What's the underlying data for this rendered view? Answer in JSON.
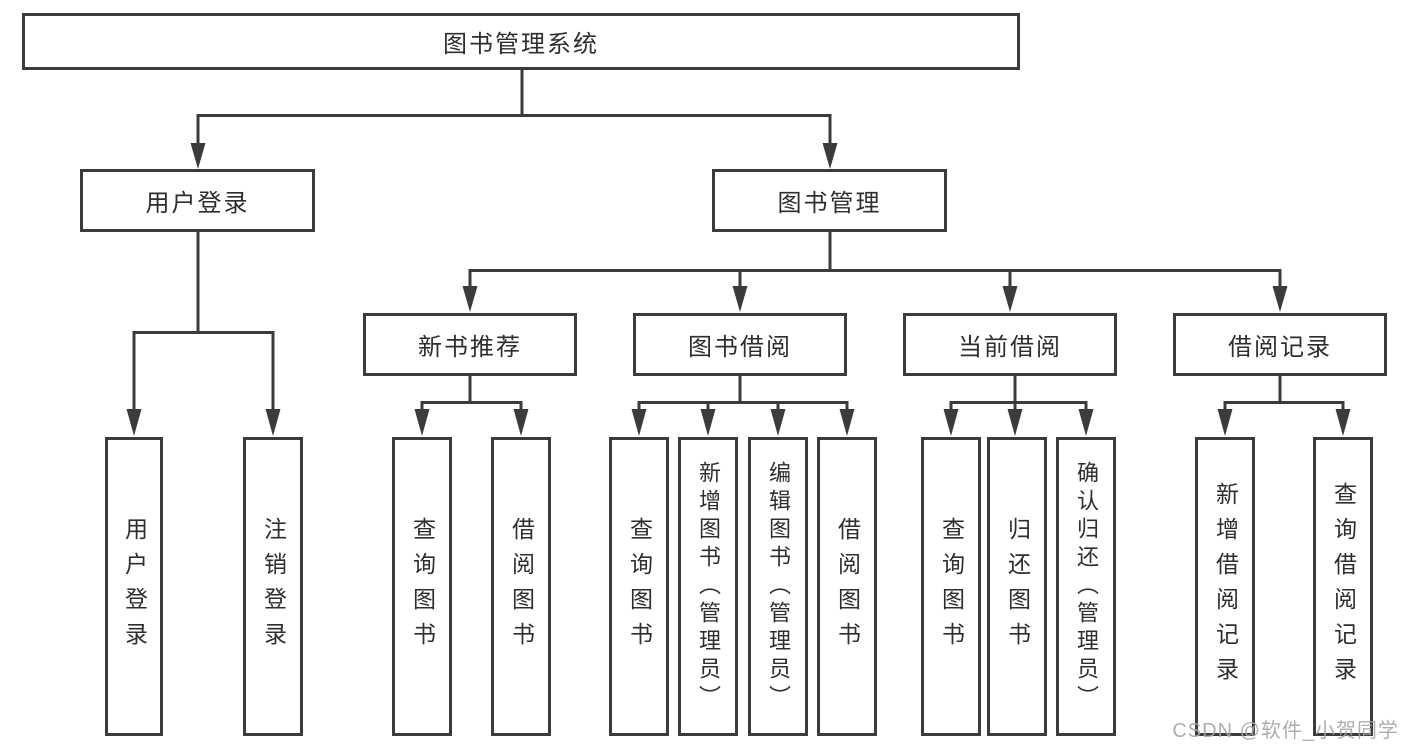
{
  "colors": {
    "background": "#ffffff",
    "line": "#3b3b3b",
    "box_border": "#3b3b3b",
    "text": "#2e2e2e",
    "watermark": "#a5a5a5"
  },
  "diagram": {
    "root": {
      "label": "图书管理系统"
    },
    "branches": [
      {
        "label": "用户登录",
        "children": [
          {
            "label": "用户登录"
          },
          {
            "label": "注销登录"
          }
        ]
      },
      {
        "label": "图书管理",
        "children": [
          {
            "label": "新书推荐",
            "children": [
              {
                "label": "查询图书"
              },
              {
                "label": "借阅图书"
              }
            ]
          },
          {
            "label": "图书借阅",
            "children": [
              {
                "label": "查询图书"
              },
              {
                "label": "新增图书（管理员）"
              },
              {
                "label": "编辑图书（管理员）"
              },
              {
                "label": "借阅图书"
              }
            ]
          },
          {
            "label": "当前借阅",
            "children": [
              {
                "label": "查询图书"
              },
              {
                "label": "归还图书"
              },
              {
                "label": "确认归还（管理员）"
              }
            ]
          },
          {
            "label": "借阅记录",
            "children": [
              {
                "label": "新增借阅记录"
              },
              {
                "label": "查询借阅记录"
              }
            ]
          }
        ]
      }
    ]
  },
  "watermark": {
    "text": "CSDN @软件_小贺同学"
  }
}
